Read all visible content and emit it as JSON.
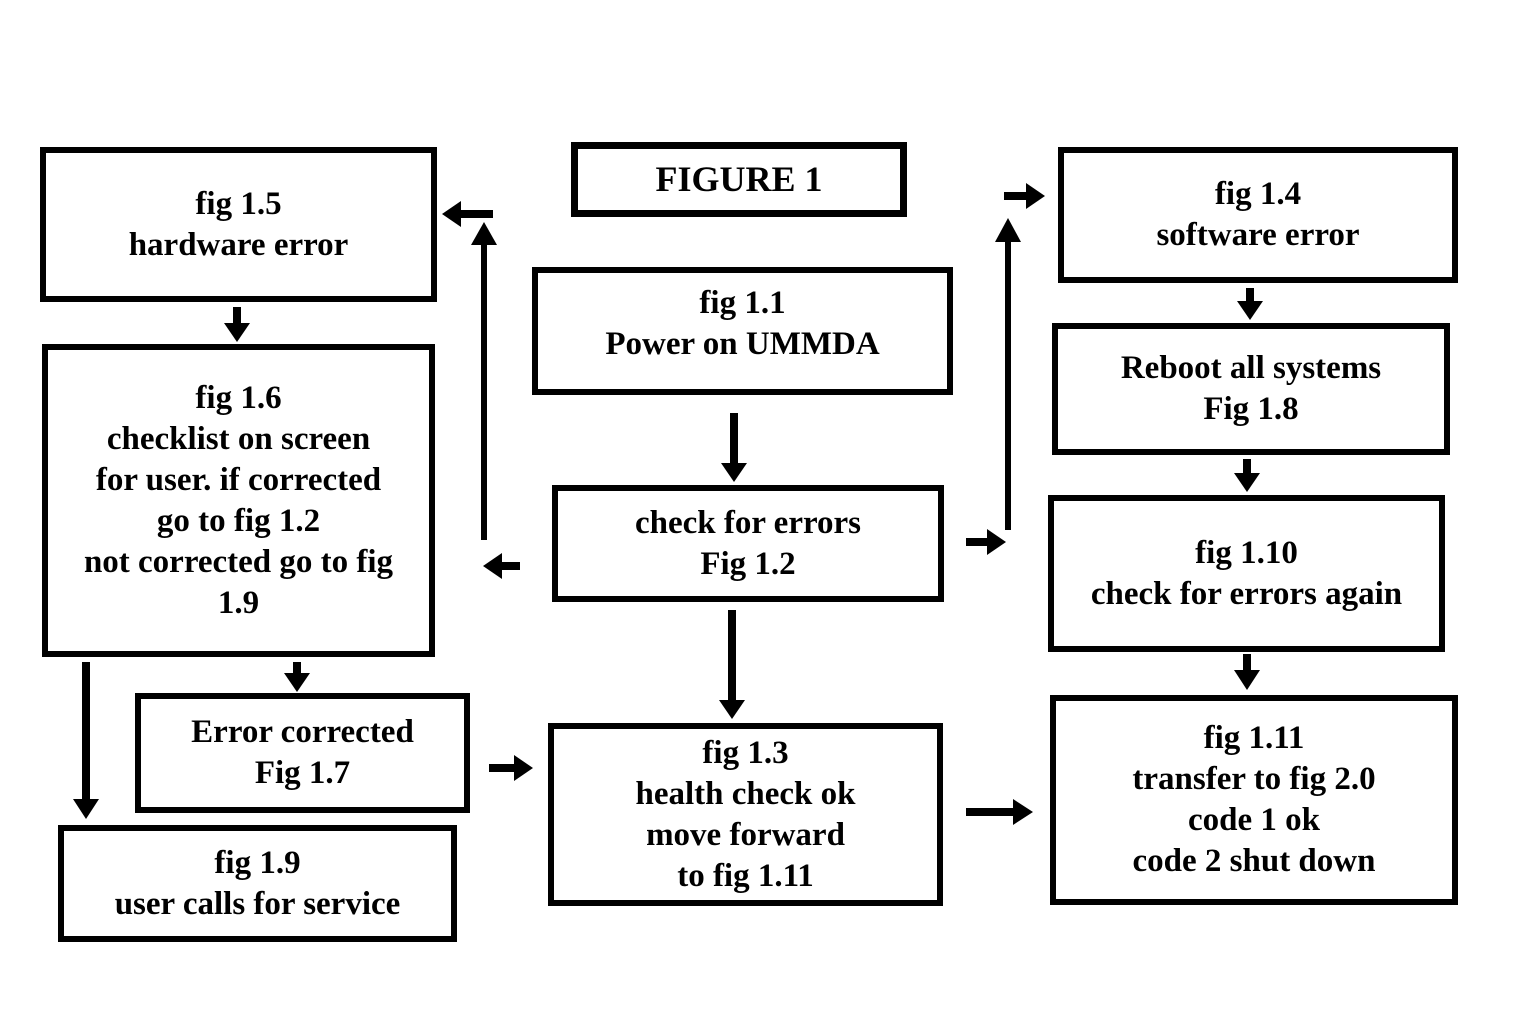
{
  "figure": {
    "title": "FIGURE 1"
  },
  "colors": {
    "ink": "#000000",
    "background": "#ffffff"
  },
  "nodes": {
    "figure_title": {
      "lines": [
        "FIGURE 1"
      ]
    },
    "fig_1_1": {
      "lines": [
        "fig 1.1",
        "Power on UMMDA"
      ]
    },
    "fig_1_2": {
      "lines": [
        "check for errors",
        "Fig 1.2"
      ]
    },
    "fig_1_3": {
      "lines": [
        "fig 1.3",
        "health check ok",
        "move forward",
        "to fig 1.11"
      ]
    },
    "fig_1_4": {
      "lines": [
        "fig 1.4",
        "software error"
      ]
    },
    "fig_1_5": {
      "lines": [
        "fig 1.5",
        "hardware error"
      ]
    },
    "fig_1_6": {
      "lines": [
        "fig 1.6",
        "checklist on screen",
        "for user. if corrected",
        "go to fig 1.2",
        "not corrected go to fig",
        "1.9"
      ]
    },
    "fig_1_7": {
      "lines": [
        "Error corrected",
        "Fig 1.7"
      ]
    },
    "fig_1_8": {
      "lines": [
        "Reboot all systems",
        "Fig 1.8"
      ]
    },
    "fig_1_9": {
      "lines": [
        "fig 1.9",
        "user calls for service"
      ]
    },
    "fig_1_10": {
      "lines": [
        "fig 1.10",
        "check for errors again"
      ]
    },
    "fig_1_11": {
      "lines": [
        "fig 1.11",
        "transfer to fig 2.0",
        "code 1 ok",
        "code 2 shut down"
      ]
    }
  },
  "edges": [
    {
      "from": "fig_1_1",
      "to": "fig_1_2",
      "direction": "down"
    },
    {
      "from": "fig_1_2",
      "to": "fig_1_3",
      "direction": "down"
    },
    {
      "from": "fig_1_2",
      "to": "fig_1_5",
      "direction": "left-then-up"
    },
    {
      "from": "fig_1_2",
      "to": "fig_1_4",
      "direction": "right-then-up"
    },
    {
      "from": "fig_1_5",
      "to": "fig_1_6",
      "direction": "down"
    },
    {
      "from": "fig_1_6",
      "to": "fig_1_7",
      "direction": "down"
    },
    {
      "from": "fig_1_6",
      "to": "fig_1_9",
      "direction": "down"
    },
    {
      "from": "fig_1_7",
      "to": "fig_1_3",
      "direction": "right"
    },
    {
      "from": "fig_1_3",
      "to": "fig_1_11",
      "direction": "right"
    },
    {
      "from": "fig_1_4",
      "to": "fig_1_8",
      "direction": "down"
    },
    {
      "from": "fig_1_8",
      "to": "fig_1_10",
      "direction": "down"
    },
    {
      "from": "fig_1_10",
      "to": "fig_1_11",
      "direction": "down"
    }
  ]
}
